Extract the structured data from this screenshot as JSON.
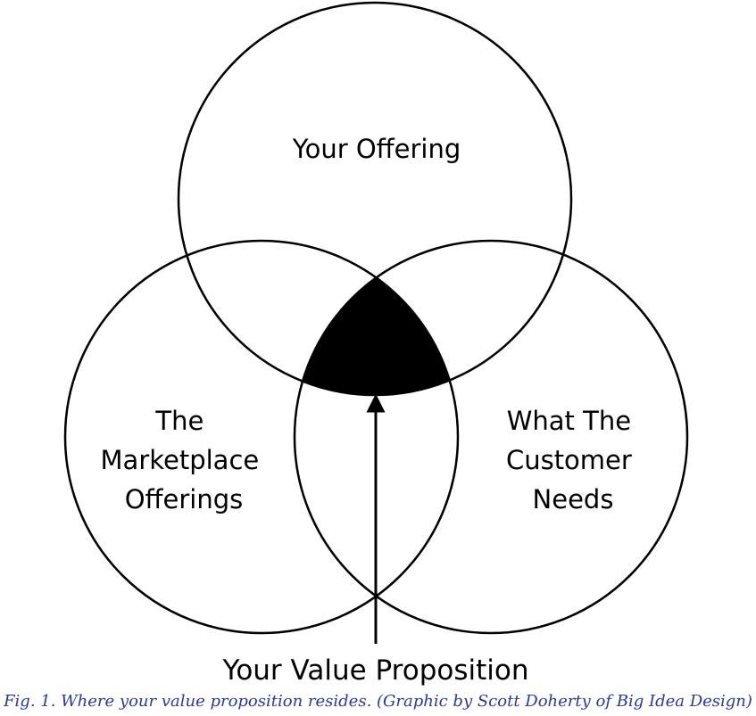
{
  "diagram": {
    "circles": [
      {
        "label_lines": [
          "Your Offering"
        ]
      },
      {
        "label_lines": [
          "The",
          "Marketplace",
          "Offerings"
        ]
      },
      {
        "label_lines": [
          "What The",
          "Customer",
          "Needs"
        ]
      }
    ],
    "center_label": "Your Value Proposition",
    "center_fill_color": "#000000",
    "line_color": "#000000"
  },
  "caption": "Fig. 1. Where your value proposition resides. (Graphic by Scott Doherty of Big Idea Design)",
  "caption_color": "#2b3a99"
}
